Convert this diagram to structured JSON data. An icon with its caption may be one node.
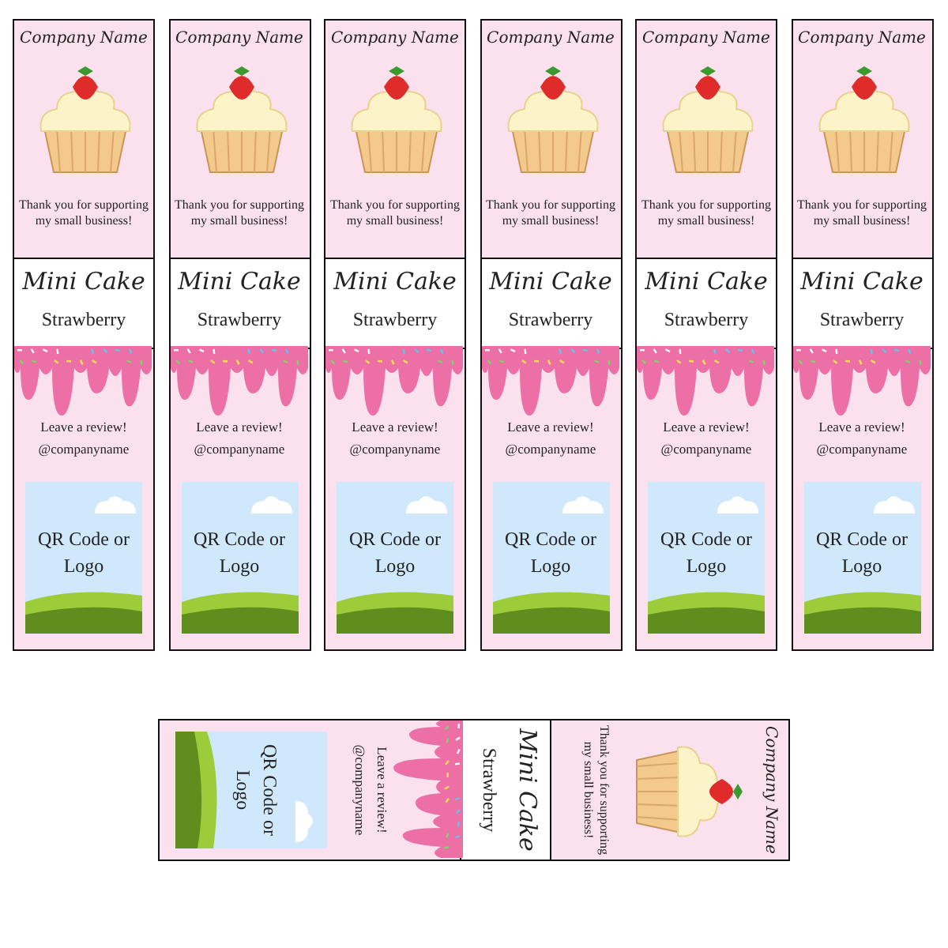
{
  "diagram": {
    "nodes": [
      {
        "text": [
          "Company Name",
          "Thank you for supporting my small business!",
          "Mini Cake",
          "Strawberry",
          "Leave a review!",
          "@companyname"
        ]
      },
      {
        "text": [
          "QR Code or Logo"
        ],
        "in": 0
      },
      {
        "text": [
          "Company Name",
          "Thank you for supporting my small business!",
          "Mini Cake",
          "Strawberry",
          "Leave a review!",
          "@companyname"
        ]
      },
      {
        "text": [
          "QR Code or Logo"
        ],
        "in": 2
      },
      {
        "text": [
          "Company Name",
          "Thank you for supporting my small business!",
          "Mini Cake",
          "Strawberry",
          "Leave a review!",
          "@companyname"
        ]
      },
      {
        "text": [
          "QR Code or Logo"
        ],
        "in": 4
      },
      {
        "text": [
          "Company Name",
          "Thank you for supporting my small business!",
          "Mini Cake",
          "Strawberry",
          "Leave a review!",
          "@companyname"
        ]
      },
      {
        "text": [
          "QR Code or Logo"
        ],
        "in": 6
      },
      {
        "text": [
          "Company Name",
          "Thank you for supporting my small business!",
          "Mini Cake",
          "Strawberry",
          "Leave a review!",
          "@companyname"
        ]
      },
      {
        "text": [
          "QR Code or Logo"
        ],
        "in": 8
      },
      {
        "text": [
          "Company Name",
          "Thank you for supporting my small business!",
          "Mini Cake",
          "Strawberry",
          "Leave a review!",
          "@companyname"
        ]
      },
      {
        "text": [
          "QR Code or Logo"
        ],
        "in": 10
      },
      {
        "text": [
          "Company Name",
          "Thank you for supporting my small business!",
          "Mini Cake",
          "Strawberry",
          "Leave a review!",
          "@companyname"
        ]
      },
      {
        "text": [
          "QR Code or Logo"
        ],
        "in": 12
      }
    ]
  }
}
